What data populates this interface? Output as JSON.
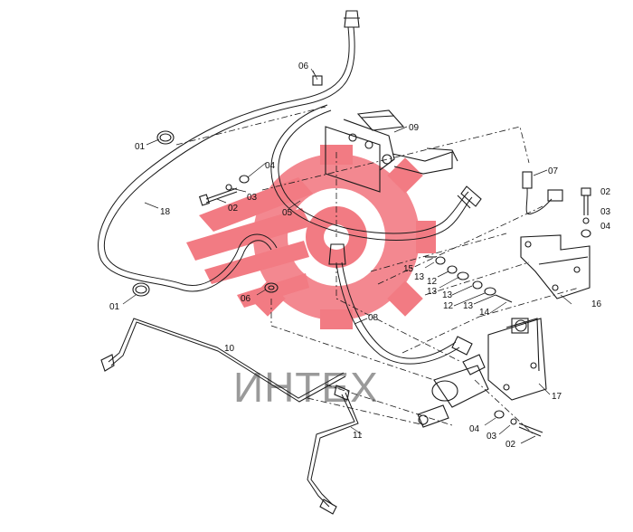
{
  "watermark": {
    "text": "ИНТЕХ",
    "color": "#f0646e"
  },
  "labels": [
    {
      "id": "a",
      "text": "06"
    },
    {
      "id": "b",
      "text": "01"
    },
    {
      "id": "c",
      "text": "09"
    },
    {
      "id": "d",
      "text": "04"
    },
    {
      "id": "e",
      "text": "03"
    },
    {
      "id": "f",
      "text": "02"
    },
    {
      "id": "g",
      "text": "05"
    },
    {
      "id": "h",
      "text": "18"
    },
    {
      "id": "i",
      "text": "07"
    },
    {
      "id": "j",
      "text": "02"
    },
    {
      "id": "k",
      "text": "03"
    },
    {
      "id": "l",
      "text": "04"
    },
    {
      "id": "m",
      "text": "15"
    },
    {
      "id": "n",
      "text": "13"
    },
    {
      "id": "o",
      "text": "12"
    },
    {
      "id": "p",
      "text": "13"
    },
    {
      "id": "q",
      "text": "13"
    },
    {
      "id": "r",
      "text": "12"
    },
    {
      "id": "s",
      "text": "13"
    },
    {
      "id": "t",
      "text": "14"
    },
    {
      "id": "u",
      "text": "16"
    },
    {
      "id": "v",
      "text": "06"
    },
    {
      "id": "w",
      "text": "01"
    },
    {
      "id": "x",
      "text": "08"
    },
    {
      "id": "y",
      "text": "10"
    },
    {
      "id": "z",
      "text": "17"
    },
    {
      "id": "aa",
      "text": "11"
    },
    {
      "id": "ab",
      "text": "04"
    },
    {
      "id": "ac",
      "text": "03"
    },
    {
      "id": "ad",
      "text": "02"
    }
  ]
}
